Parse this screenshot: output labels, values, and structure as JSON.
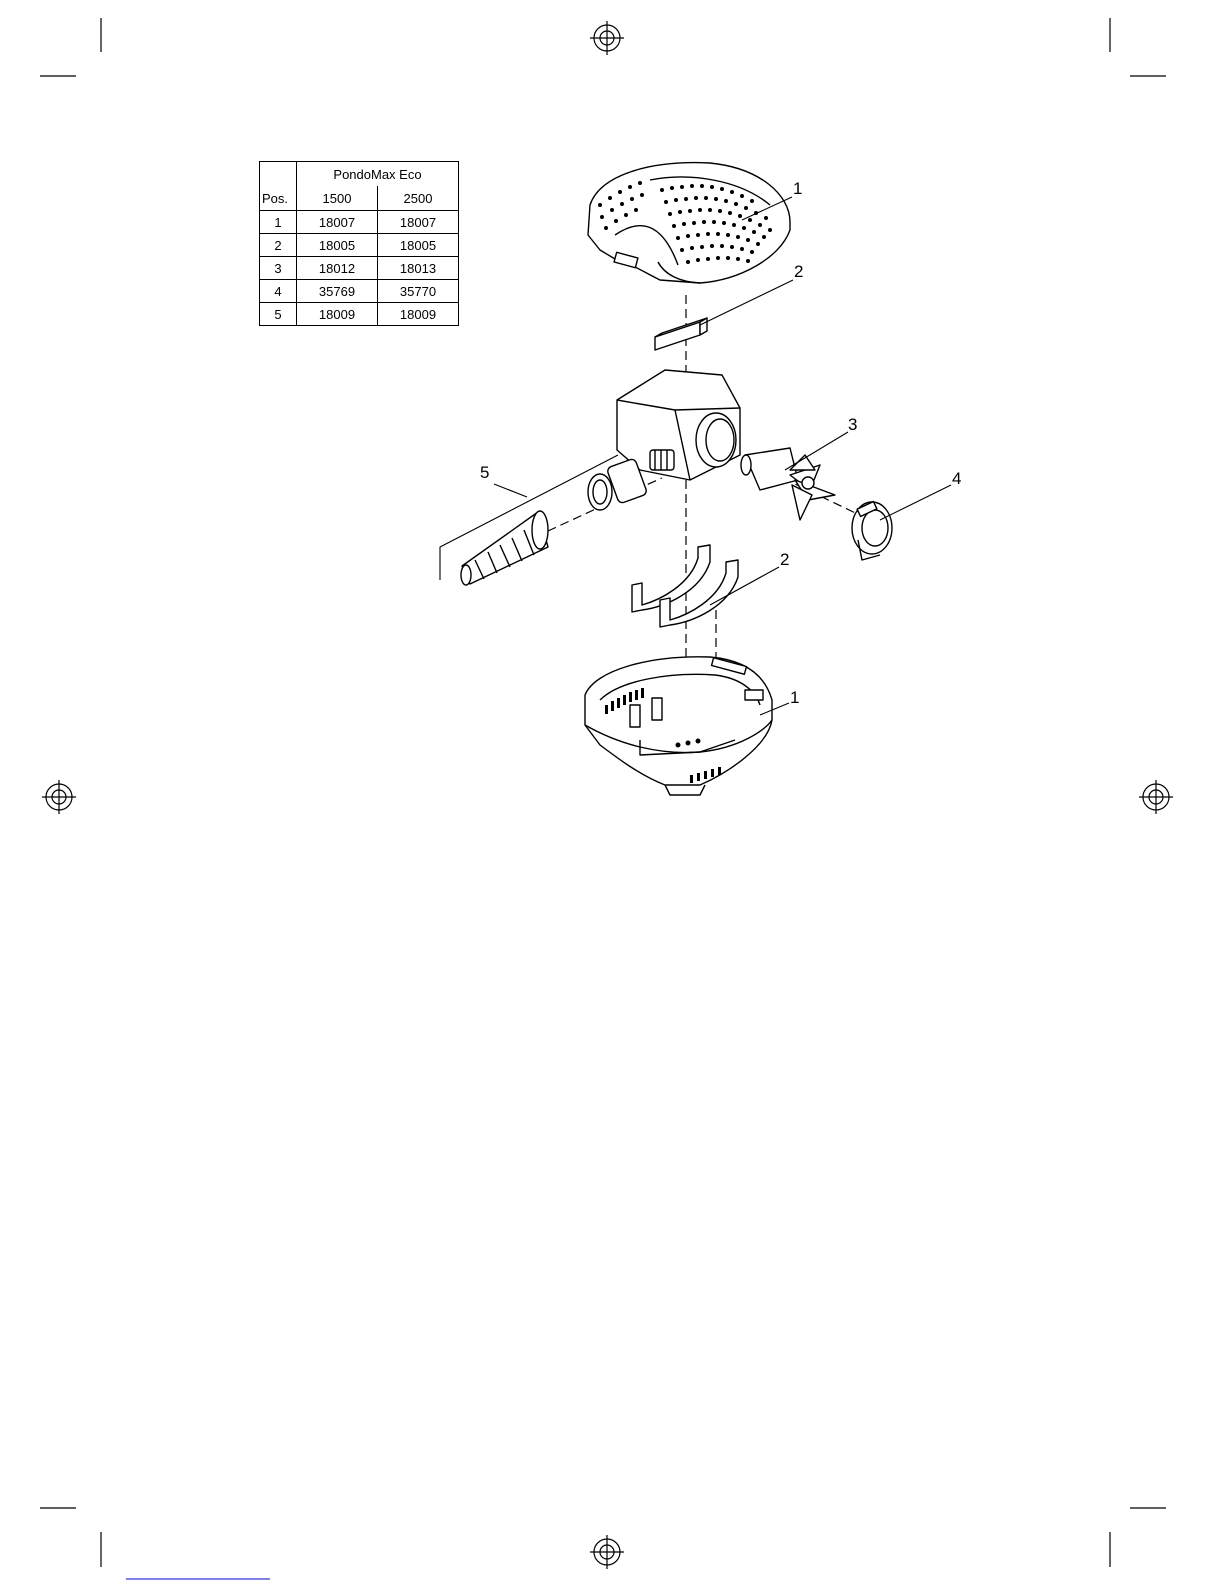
{
  "table": {
    "model_header": "PondoMax Eco",
    "pos_header": "Pos.",
    "variants": [
      "1500",
      "2500"
    ],
    "rows": [
      {
        "pos": "1",
        "v1500": "18007",
        "v2500": "18007"
      },
      {
        "pos": "2",
        "v1500": "18005",
        "v2500": "18005"
      },
      {
        "pos": "3",
        "v1500": "18012",
        "v2500": "18013"
      },
      {
        "pos": "4",
        "v1500": "35769",
        "v2500": "35770"
      },
      {
        "pos": "5",
        "v1500": "18009",
        "v2500": "18009"
      }
    ]
  },
  "callouts": {
    "top_cover": "1",
    "top_strip": "2",
    "rotor": "3",
    "bearing_cap": "4",
    "hose_adapter": "5",
    "bottom_strips": "2",
    "bottom_cover": "1"
  }
}
